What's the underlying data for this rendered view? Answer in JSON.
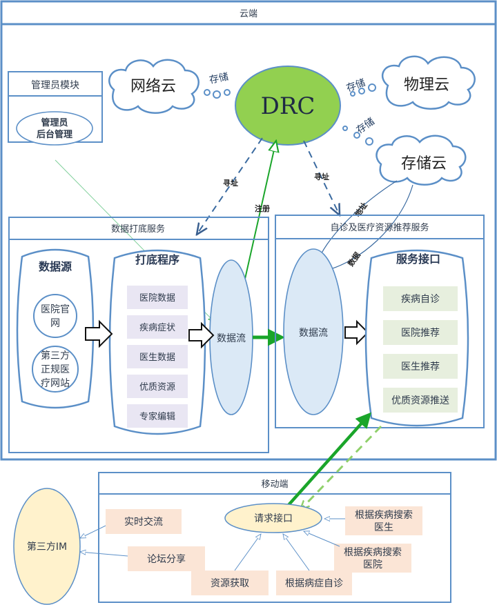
{
  "cloud_end": {
    "title": "云端"
  },
  "admin": {
    "title": "管理员模块",
    "backend_line1": "管理员",
    "backend_line2": "后台管理"
  },
  "clouds": {
    "network": "网络云",
    "physical": "物理云",
    "storage": "存储云"
  },
  "drc": {
    "label": "DRC"
  },
  "storage_labels": {
    "left": "存储",
    "right": "存储",
    "lower": "存储"
  },
  "edge_labels": {
    "seek_left": "寻址",
    "seek_right": "寻址",
    "register": "注册",
    "address": "地址",
    "data": "数据"
  },
  "data_service": {
    "title": "数据打底服务",
    "source_title": "数据源",
    "hospital_site": [
      "医院官",
      "网"
    ],
    "third_party_site": [
      "第三方",
      "正规医",
      "疗网站"
    ],
    "program_title": "打底程序",
    "program_items": [
      "医院数据",
      "疾病症状",
      "医生数据",
      "优质资源",
      "专家编辑"
    ],
    "stream": "数据流"
  },
  "recommend_service": {
    "title": "自诊及医疗资源推荐服务",
    "stream": "数据流",
    "api_title": "服务接口",
    "api_items": [
      "疾病自诊",
      "医院推荐",
      "医生推荐",
      "优质资源推送"
    ]
  },
  "mobile": {
    "title": "移动端",
    "request_api": "请求接口",
    "third_party_im": "第三方IM",
    "realtime_chat": "实时交流",
    "forum_share": "论坛分享",
    "resource_fetch": "资源获取",
    "symptom_self_diag": "根据病症自诊",
    "search_hospital": [
      "根据疾病搜索",
      "医院"
    ],
    "search_doctor": [
      "根据疾病搜索",
      "医生"
    ]
  },
  "colors": {
    "frame_blue": "#5b8fc7",
    "cell_fill": "#e9e6f3",
    "api_fill": "#e7efde",
    "mobile_fill": "#fbe5d6",
    "drc_fill": "#92d050",
    "ellipse_fill": "#dbe9f6",
    "im_fill": "#fff2cc",
    "green_arrow": "#1aa52a"
  }
}
